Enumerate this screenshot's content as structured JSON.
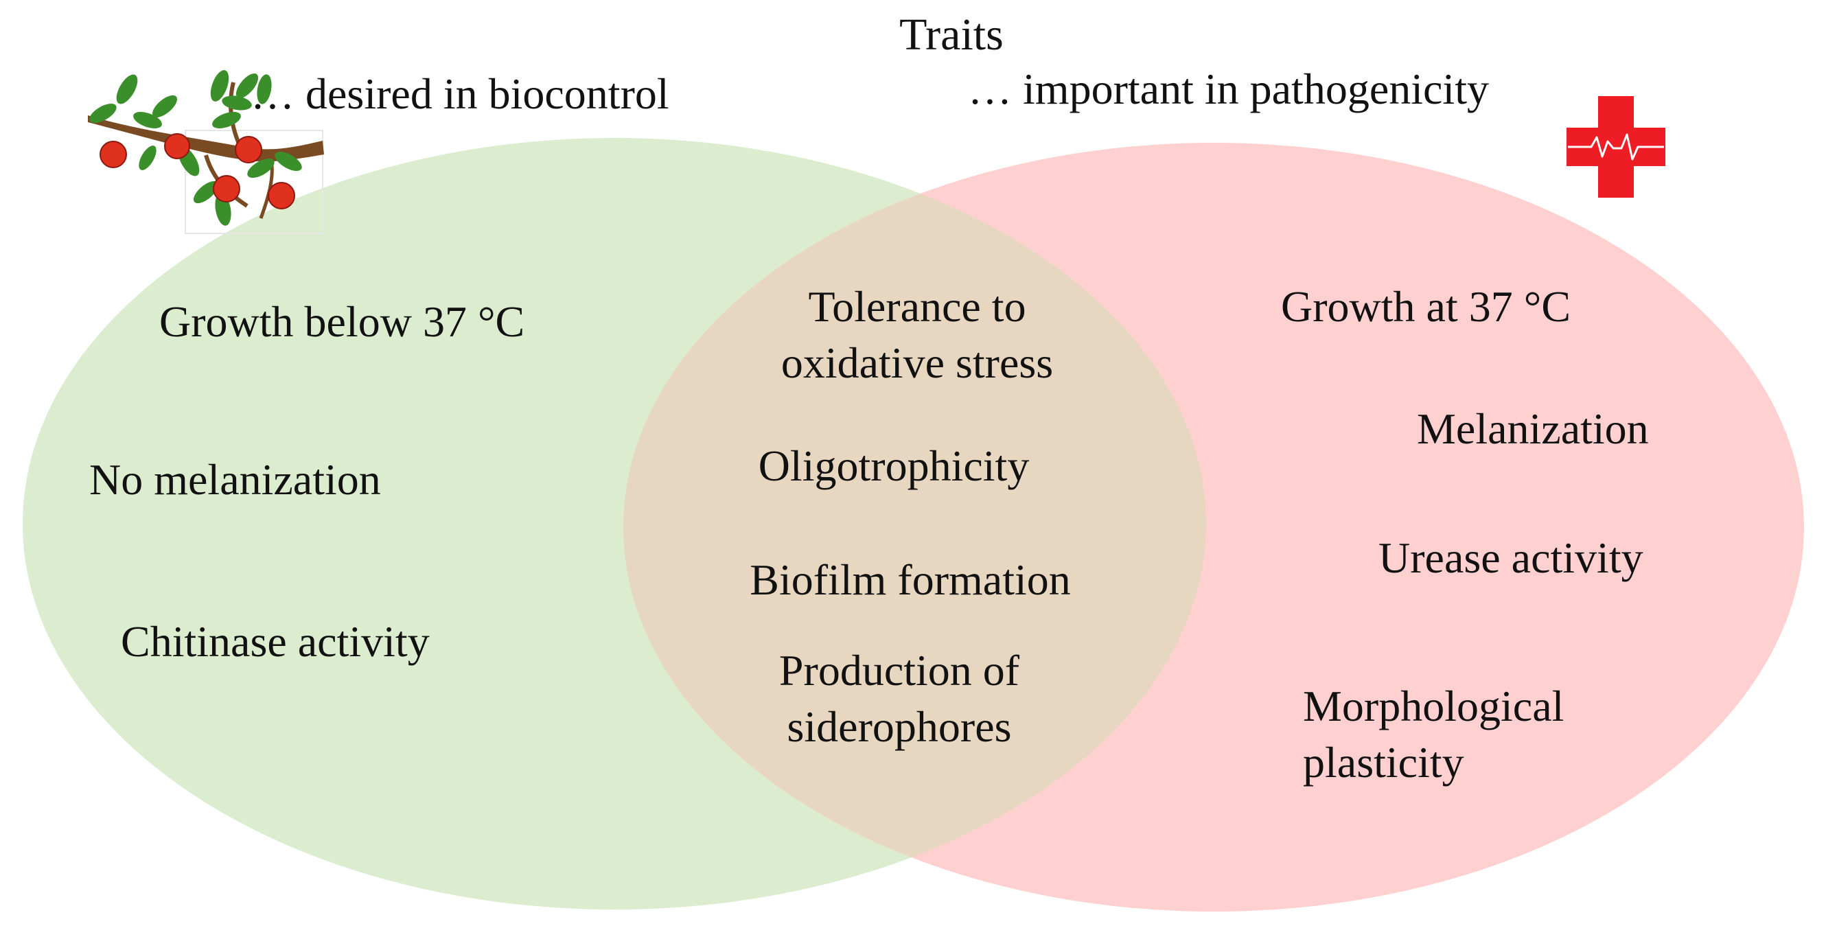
{
  "title": "Traits",
  "left_heading": "… desired in biocontrol",
  "right_heading": "… important in pathogenicity",
  "colors": {
    "left_set": "#dbeccf",
    "right_set": "#ffd0d0",
    "overlap": "#e8d7c0",
    "cross": "#ee1c24",
    "apple": "#e0301e",
    "leaf": "#3b8f2a",
    "branch": "#7a4a22"
  },
  "icons": {
    "left": "apple-branch-icon",
    "right": "medical-cross-heartbeat-icon"
  },
  "sets": {
    "biocontrol_only": [
      "Growth below 37 °C",
      "No melanization",
      "Chitinase activity"
    ],
    "shared": [
      {
        "lines": [
          "Tolerance to",
          "oxidative stress"
        ]
      },
      {
        "lines": [
          "Oligotrophicity"
        ]
      },
      {
        "lines": [
          "Biofilm formation"
        ]
      },
      {
        "lines": [
          "Production of",
          "siderophores"
        ]
      }
    ],
    "pathogenicity_only": [
      {
        "lines": [
          "Growth at 37 °C"
        ]
      },
      {
        "lines": [
          "Melanization"
        ]
      },
      {
        "lines": [
          "Urease activity"
        ]
      },
      {
        "lines": [
          "Morphological",
          "plasticity"
        ]
      }
    ]
  }
}
